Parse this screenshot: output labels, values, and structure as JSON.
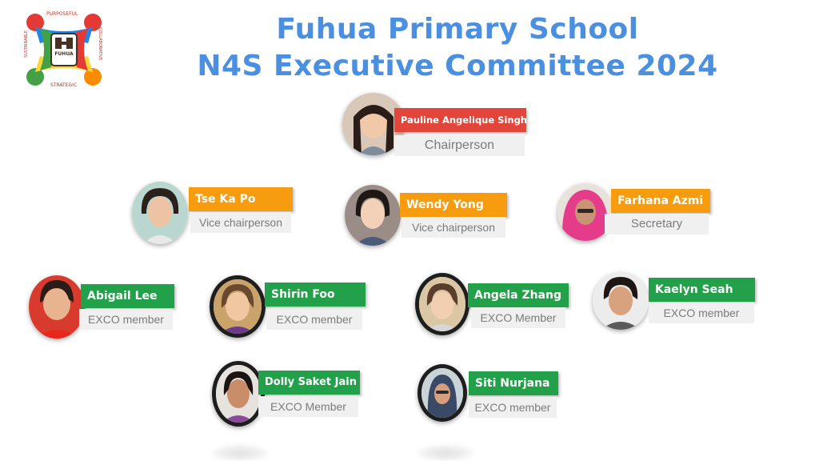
{
  "logo": {
    "words": [
      "PURPOSEFUL",
      "COLLABORATIVE",
      "STRATEGIC",
      "SUSTAINABLE"
    ],
    "center_text": "FUHUA"
  },
  "title": {
    "line1": "Fuhua Primary School",
    "line2": "N4S Executive Committee 2024"
  },
  "colors": {
    "title": "#4a8fe0",
    "chair_tab": "#e2463a",
    "vice_tab": "#f79b0f",
    "member_tab": "#23a14a",
    "role_bg": "#f0f0f0"
  },
  "members": {
    "chair": {
      "name": "Pauline Angelique Singh",
      "role": "Chairperson"
    },
    "vice1": {
      "name": "Tse Ka Po",
      "role": "Vice chairperson"
    },
    "vice2": {
      "name": "Wendy Yong",
      "role": "Vice chairperson"
    },
    "secretary": {
      "name": "Farhana Azmi",
      "role": "Secretary"
    },
    "m1": {
      "name": "Abigail Lee",
      "role": "EXCO member"
    },
    "m2": {
      "name": "Shirin Foo",
      "role": "EXCO member"
    },
    "m3": {
      "name": "Angela Zhang",
      "role": "EXCO Member"
    },
    "m4": {
      "name": "Kaelyn Seah",
      "role": "EXCO member"
    },
    "m5": {
      "name": "Dolly Saket Jain",
      "role": "EXCO Member"
    },
    "m6": {
      "name": "Siti Nurjana",
      "role": "EXCO member"
    }
  }
}
